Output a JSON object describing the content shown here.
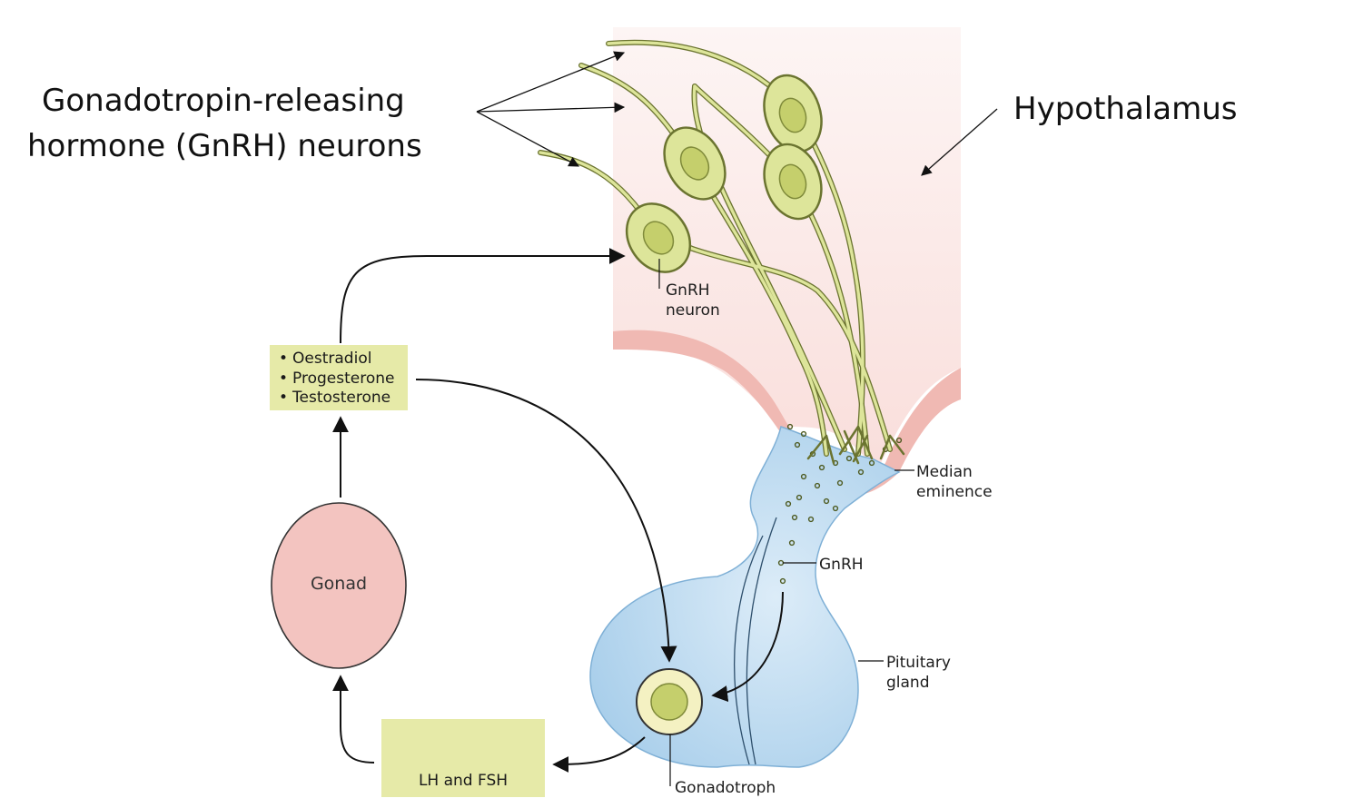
{
  "labels": {
    "gnrh_neurons_title_line1": "Gonadotropin-releasing",
    "gnrh_neurons_title_line2": "hormone (GnRH) neurons",
    "hypothalamus": "Hypothalamus",
    "gnrh_neuron_line1": "GnRH",
    "gnrh_neuron_line2": "neuron",
    "median_eminence_line1": "Median",
    "median_eminence_line2": "eminence",
    "gnrh": "GnRH",
    "pituitary_line1": "Pituitary",
    "pituitary_line2": "gland",
    "gonadotroph": "Gonadotroph",
    "gonad": "Gonad",
    "lh_fsh": "LH and FSH"
  },
  "hormones": [
    "Oestradiol",
    "Progesterone",
    "Testosterone"
  ],
  "colors": {
    "hypothalamus_fill": "#fbe9e7",
    "median_eminence_fill": "#f0b9b3",
    "pituitary_fill": "#a9d1ee",
    "neuron_fill": "#dde59a",
    "neuron_nucleus": "#c5cf6c",
    "gonad_fill": "#f3c4c0",
    "box_fill": "#e6eaa8"
  }
}
